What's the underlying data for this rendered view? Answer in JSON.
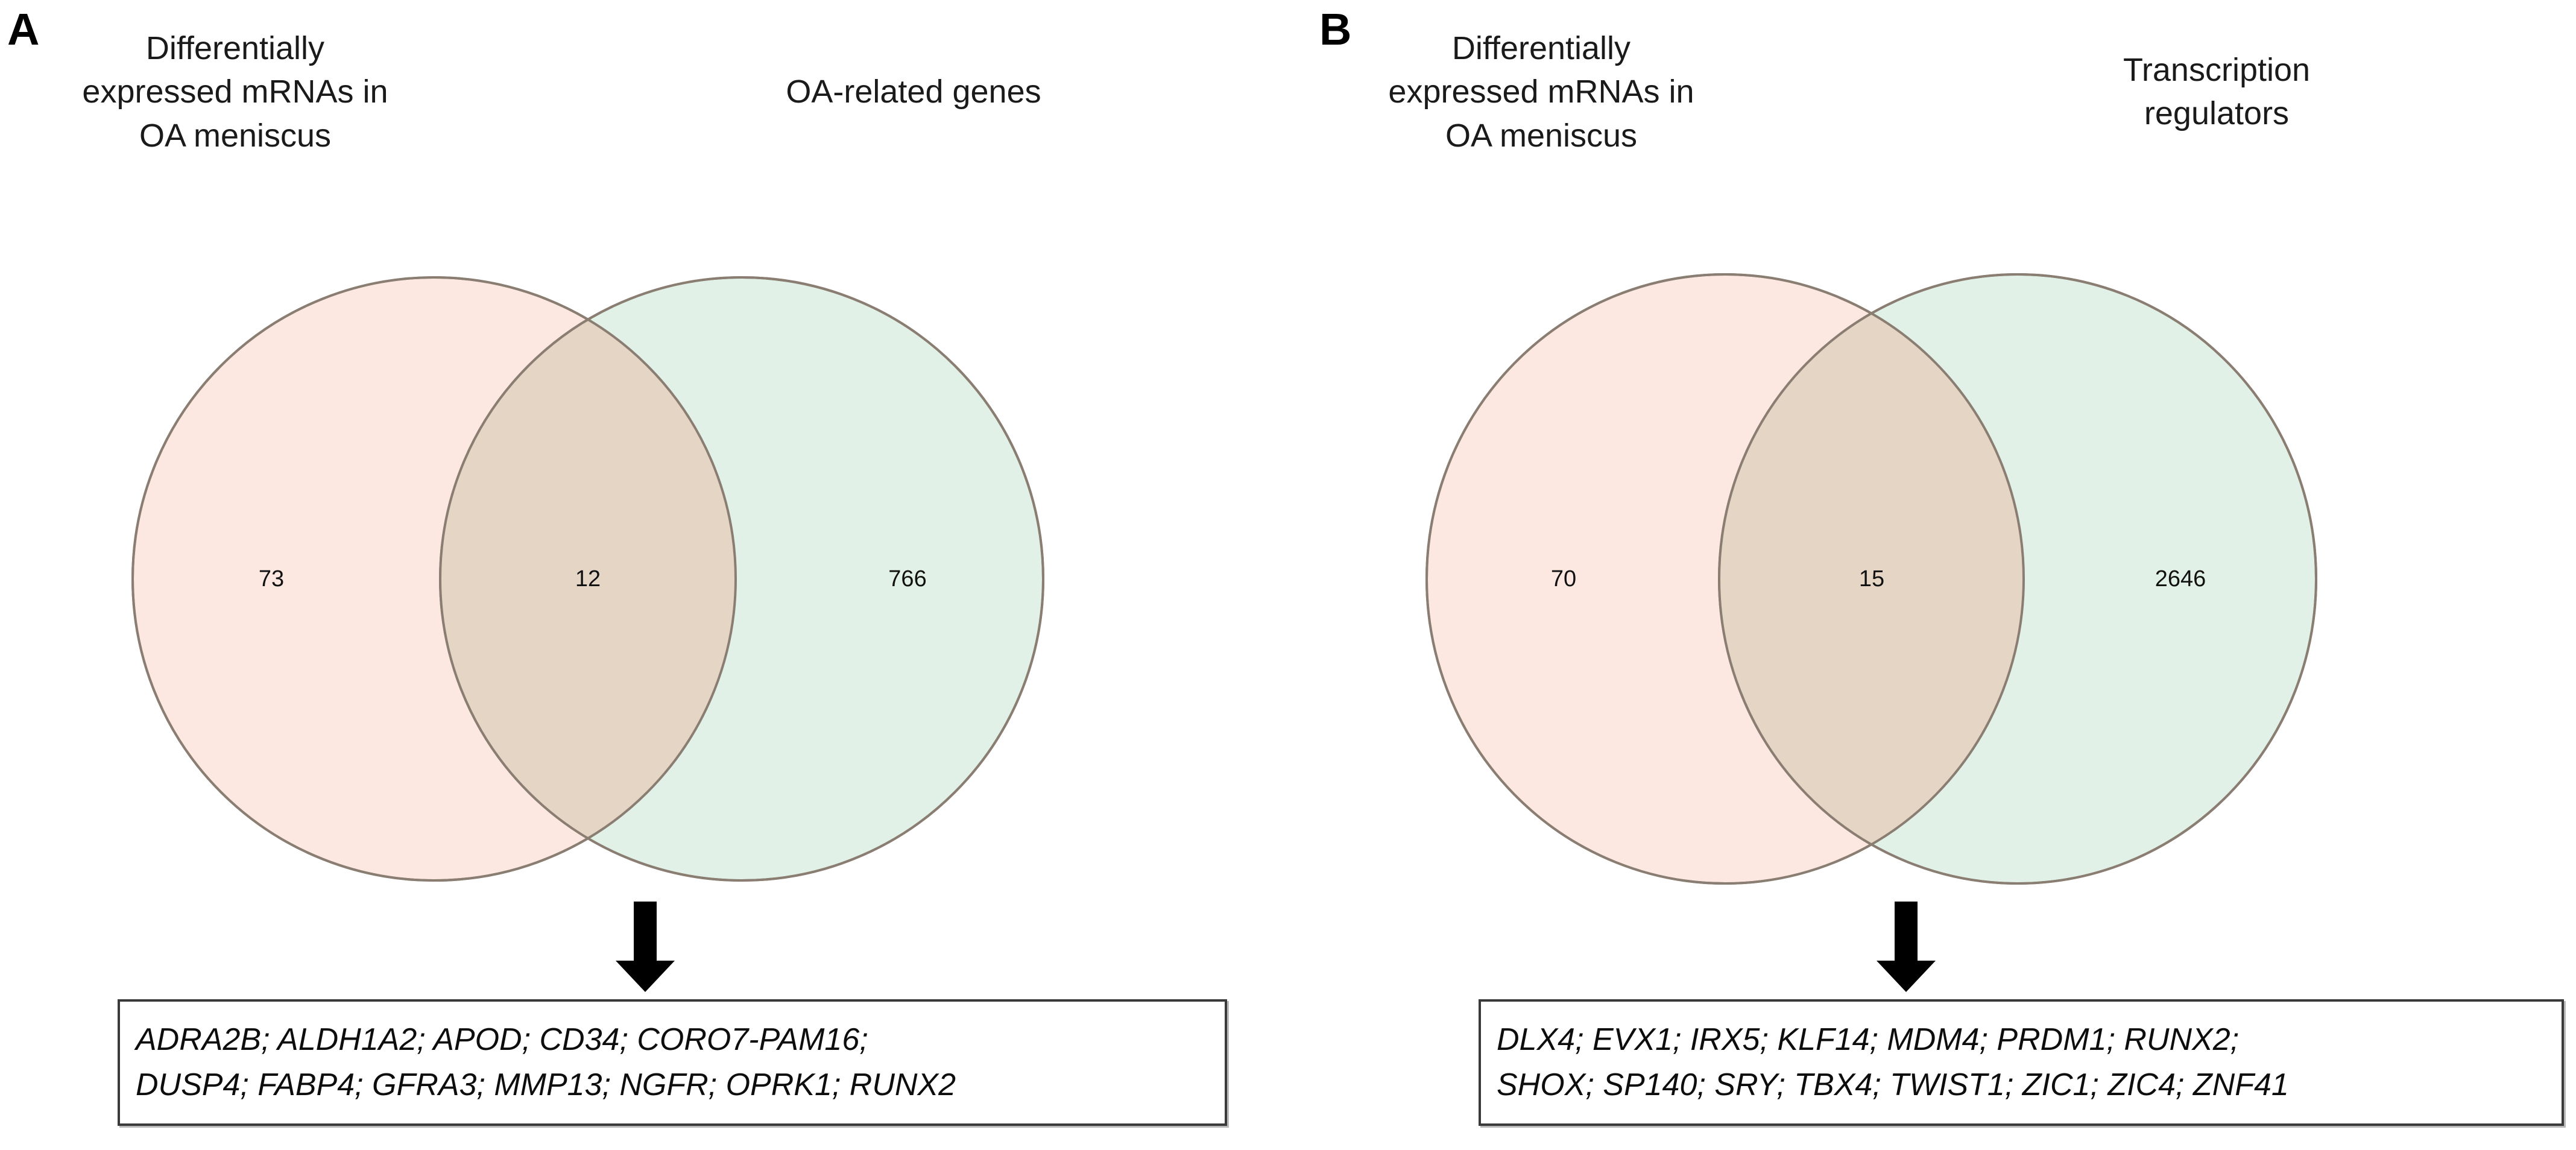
{
  "figure": {
    "type": "two-panel-venn-diagram",
    "background_color": "#ffffff",
    "colors": {
      "left_circle_fill": "#fde8e1",
      "right_circle_fill": "#e2f1e7",
      "overlap_fill": "#ebdccd",
      "circle_stroke": "#8a7d72",
      "arrow": "#000000",
      "box_border": "#3a3a3a",
      "text": "#141414"
    }
  },
  "chart_data": [
    {
      "type": "venn",
      "panel": "A",
      "panel_label": "A",
      "sets": [
        {
          "name": "Differentially expressed mRNAs in OA meniscus",
          "only": 73
        },
        {
          "name": "OA-related genes",
          "only": 766
        }
      ],
      "intersection": 12,
      "left_label_lines": [
        "Differentially",
        "expressed mRNAs in",
        "OA meniscus"
      ],
      "right_label_lines": [
        "OA-related genes"
      ],
      "counts": {
        "left": "73",
        "intersection": "12",
        "right": "766"
      },
      "arrow": "down-arrow-icon",
      "gene_list_lines": [
        "ADRA2B; ALDH1A2; APOD; CD34; CORO7-PAM16;",
        "DUSP4; FABP4; GFRA3; MMP13; NGFR; OPRK1; RUNX2"
      ],
      "genes": [
        "ADRA2B",
        "ALDH1A2",
        "APOD",
        "CD34",
        "CORO7-PAM16",
        "DUSP4",
        "FABP4",
        "GFRA3",
        "MMP13",
        "NGFR",
        "OPRK1",
        "RUNX2"
      ]
    },
    {
      "type": "venn",
      "panel": "B",
      "panel_label": "B",
      "sets": [
        {
          "name": "Differentially expressed mRNAs in OA meniscus",
          "only": 70
        },
        {
          "name": "Transcription regulators",
          "only": 2646
        }
      ],
      "intersection": 15,
      "left_label_lines": [
        "Differentially",
        "expressed mRNAs in",
        "OA meniscus"
      ],
      "right_label_lines": [
        "Transcription",
        "regulators"
      ],
      "counts": {
        "left": "70",
        "intersection": "15",
        "right": "2646"
      },
      "arrow": "down-arrow-icon",
      "gene_list_lines": [
        "DLX4; EVX1; IRX5; KLF14; MDM4; PRDM1; RUNX2;",
        "SHOX; SP140; SRY; TBX4; TWIST1; ZIC1; ZIC4; ZNF41"
      ],
      "genes": [
        "DLX4",
        "EVX1",
        "IRX5",
        "KLF14",
        "MDM4",
        "PRDM1",
        "RUNX2",
        "SHOX",
        "SP140",
        "SRY",
        "TBX4",
        "TWIST1",
        "ZIC1",
        "ZIC4",
        "ZNF41"
      ]
    }
  ]
}
